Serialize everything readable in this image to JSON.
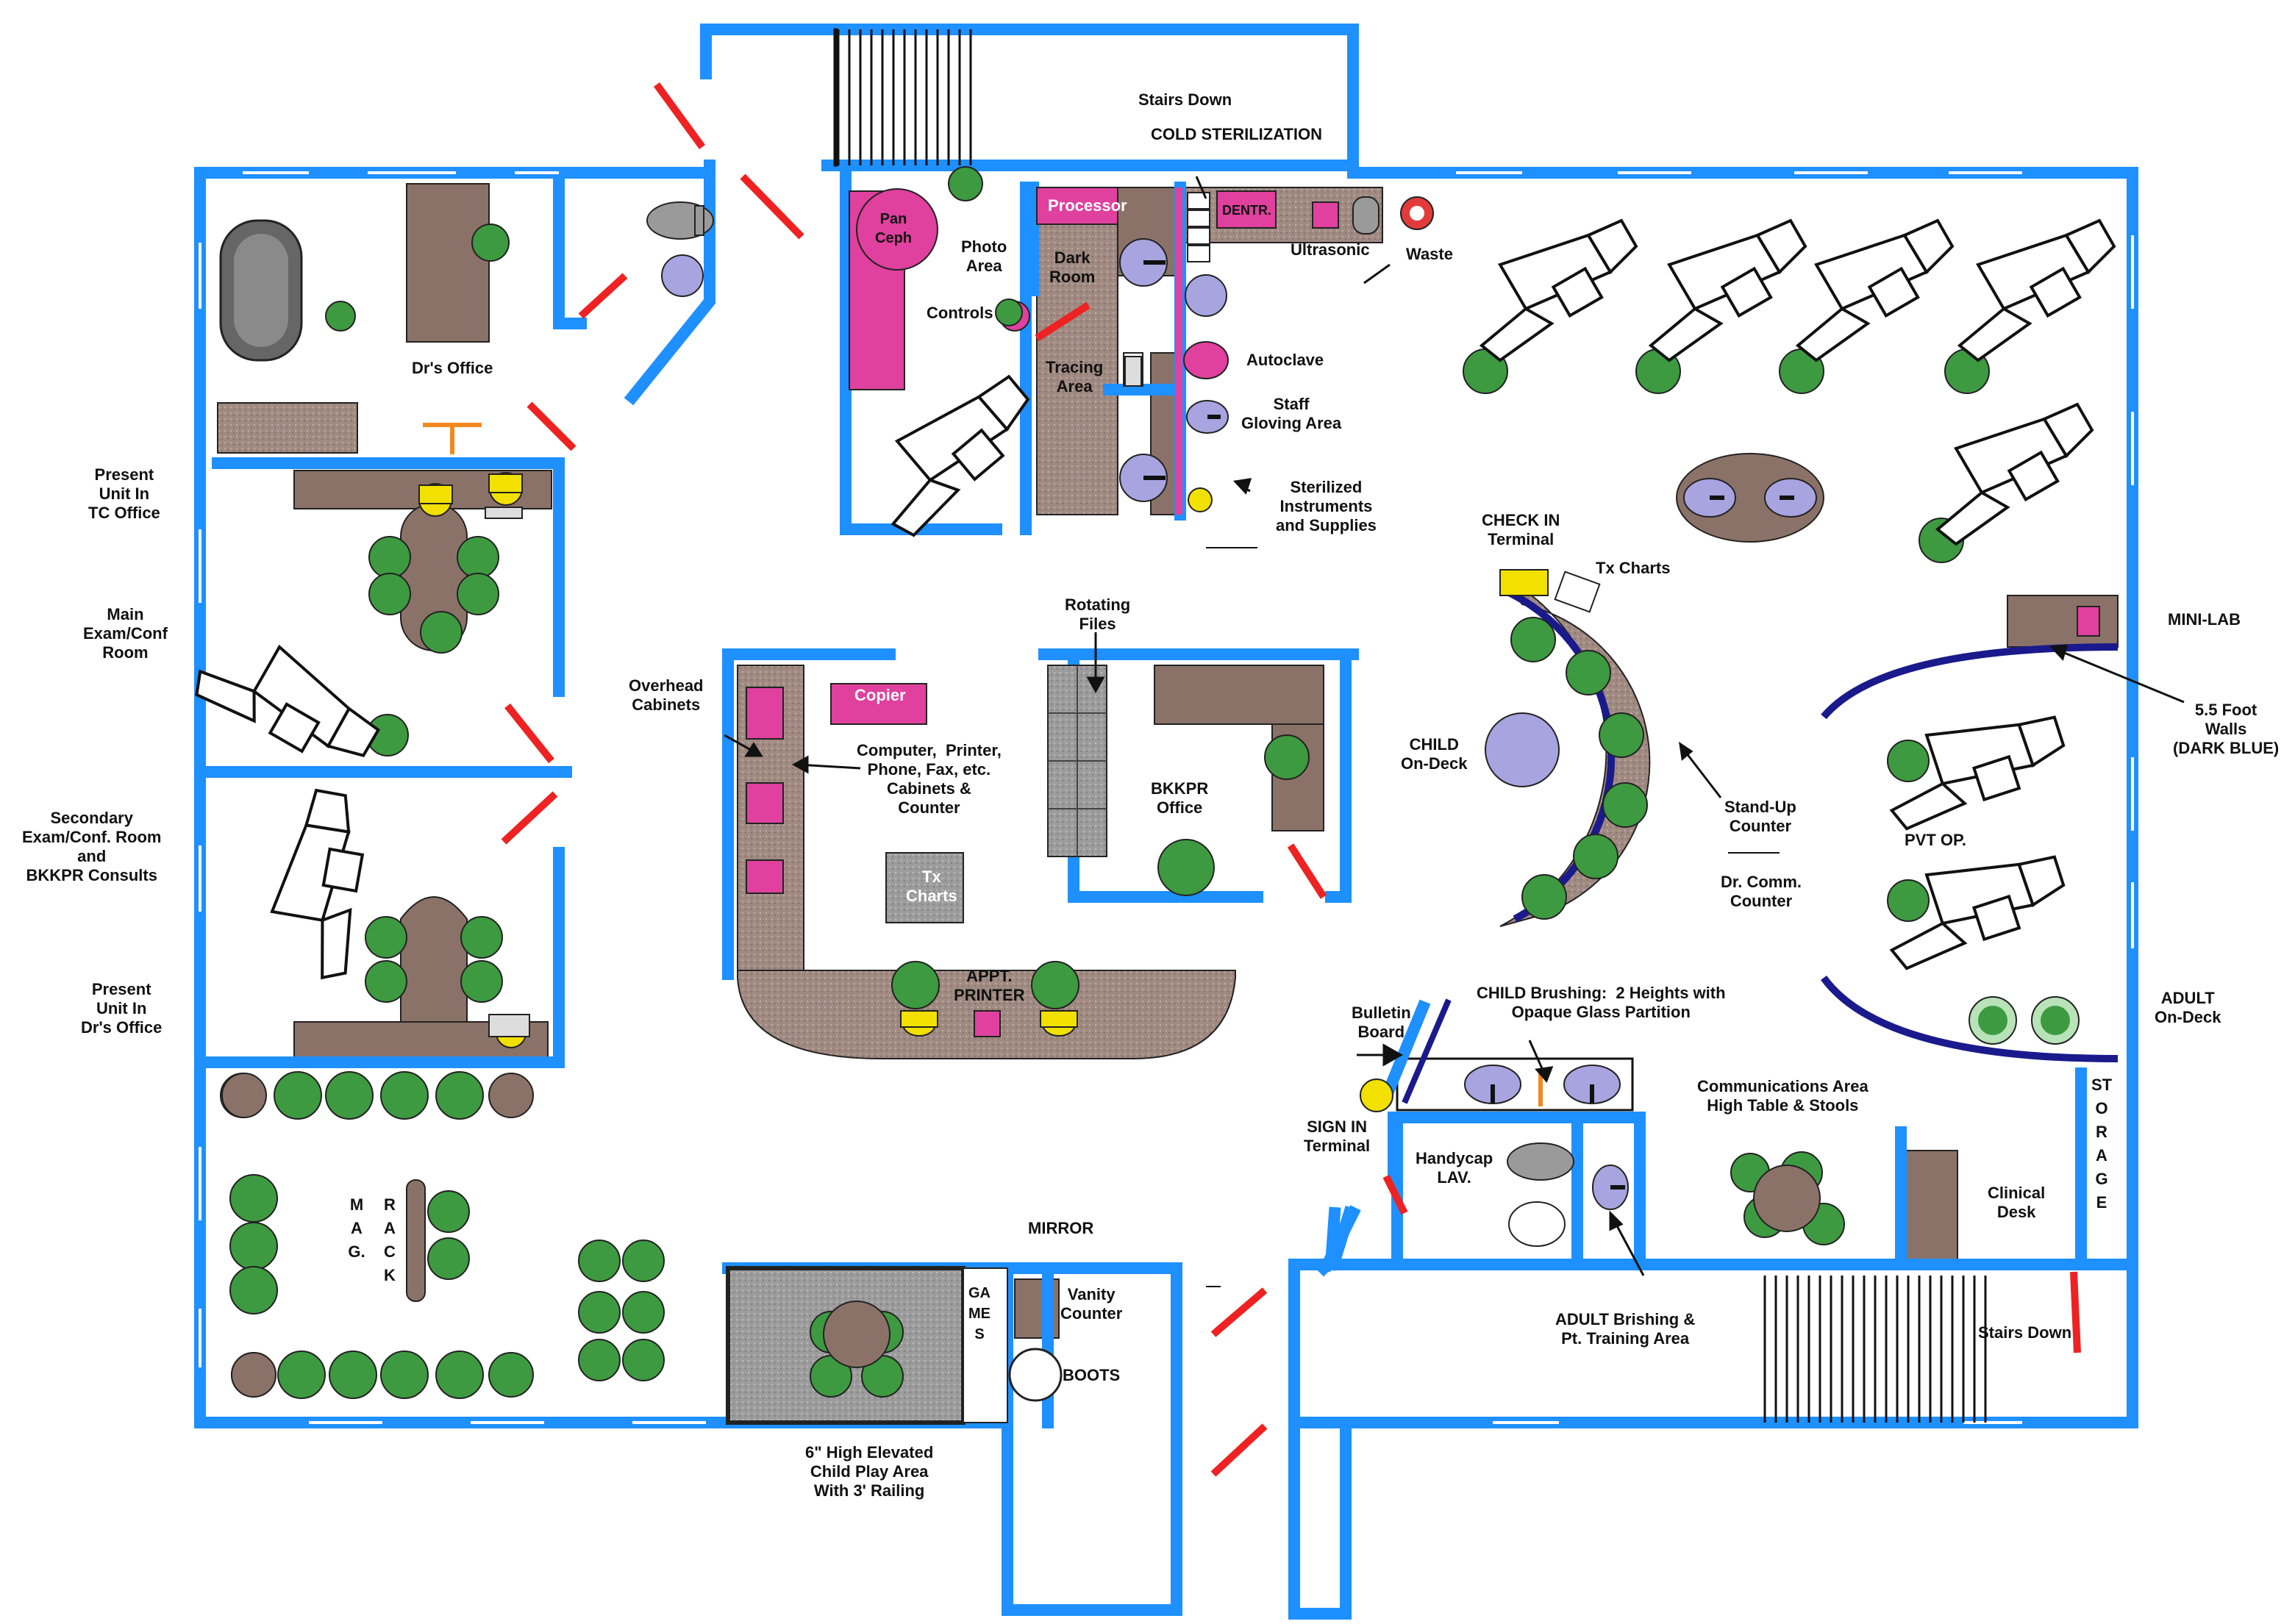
{
  "colors": {
    "wall": "#1e90ff",
    "door": "#ee2222",
    "cabinet": "#8b7268",
    "magenta": "#e0409e",
    "chair": "#3d9a40",
    "lavender": "#a8a4e0",
    "yellow": "#f2e000",
    "partition": "#1a1a8c",
    "gray": "#9a9a9a"
  },
  "labels": {
    "stairs_down_top": "Stairs Down",
    "cold_sterilization": "COLD STERILIZATION",
    "processor": "Processor",
    "dentr": "DENTR.",
    "pan_ceph": "Pan\nCeph",
    "photo_area": "Photo\nArea",
    "dark_room": "Dark\nRoom",
    "controls": "Controls",
    "ultrasonic": "Ultrasonic",
    "waste": "Waste",
    "tracing_area": "Tracing\nArea",
    "autoclave": "Autoclave",
    "staff_gloving": "Staff\nGloving Area",
    "sterilized": "Sterilized\nInstruments\nand Supplies",
    "drs_office": "Dr's Office",
    "present_unit_tc": "Present\nUnit In\nTC Office",
    "main_exam": "Main\nExam/Conf\nRoom",
    "secondary_exam": "Secondary\nExam/Conf. Room\nand\nBKKPR Consults",
    "present_unit_dr": "Present\nUnit In\nDr's Office",
    "check_in": "CHECK IN\nTerminal",
    "tx_charts_top": "Tx Charts",
    "child_on_deck": "CHILD\nOn-Deck",
    "stand_up_counter": "Stand-Up\nCounter",
    "dr_comm_counter": "Dr. Comm.\nCounter",
    "mini_lab": "MINI-LAB",
    "five_foot_walls": "5.5 Foot\nWalls\n(DARK BLUE)",
    "pvt_op": "PVT OP.",
    "adult_on_deck": "ADULT\nOn-Deck",
    "rotating_files": "Rotating\nFiles",
    "overhead_cabinets": "Overhead\nCabinets",
    "copier": "Copier",
    "computer_printer": "Computer,  Printer,\nPhone, Fax, etc.\nCabinets &\nCounter",
    "tx_charts_center": "Tx\nCharts",
    "appt_printer": "APPT.\nPRINTER",
    "bkkpr_office": "BKKPR\nOffice",
    "child_brushing": "CHILD Brushing:  2 Heights with\nOpaque Glass Partition",
    "bulletin_board": "Bulletin\nBoard",
    "sign_in": "SIGN IN\nTerminal",
    "handycap_lav": "Handycap\nLAV.",
    "communications_area": "Communications Area\nHigh Table & Stools",
    "clinical_desk": "Clinical\nDesk",
    "storage": "STORAGE",
    "adult_brushing": "ADULT Brishing &\nPt. Training Area",
    "stairs_down_bottom": "Stairs Down",
    "mirror": "MIRROR",
    "games": "GAMES",
    "vanity_counter": "Vanity\nCounter",
    "boots": "BOOTS",
    "mag": "MAG.",
    "rack": "RACK",
    "child_play_area": "6\" High Elevated\nChild Play Area\nWith 3' Railing"
  }
}
